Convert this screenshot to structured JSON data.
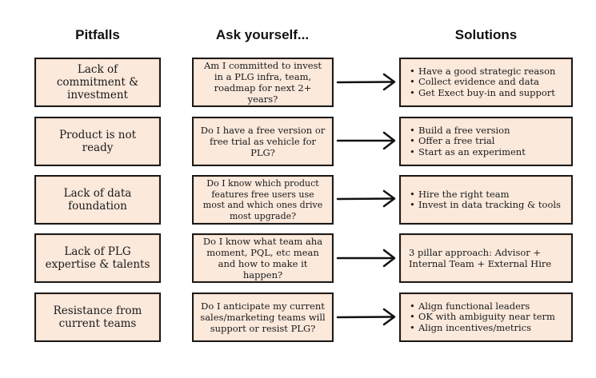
{
  "headers": {
    "pitfalls": "Pitfalls",
    "ask": "Ask yourself...",
    "solutions": "Solutions"
  },
  "rows": [
    {
      "pitfall": "Lack of commitment & investment",
      "question": "Am I committed to invest in a PLG infra, team, roadmap for next 2+ years?",
      "solutions": [
        "Have a good strategic reason",
        "Collect evidence and data",
        "Get Exect buy-in and support"
      ]
    },
    {
      "pitfall": "Product is not ready",
      "question": "Do I have a free version or free trial as vehicle for PLG?",
      "solutions": [
        "Build a free version",
        "Offer a free trial",
        "Start as an experiment"
      ]
    },
    {
      "pitfall": "Lack of data foundation",
      "question": "Do I know which product features free users use most and which ones drive most upgrade?",
      "solutions": [
        "Hire the right team",
        "Invest in data tracking & tools"
      ]
    },
    {
      "pitfall": "Lack of PLG expertise & talents",
      "question": "Do I know what team aha moment, PQL, etc mean and how to make it happen?",
      "solution_text": "3 pillar approach: Advisor + Internal Team + External Hire"
    },
    {
      "pitfall": "Resistance from current teams",
      "question": "Do I anticipate my current sales/marketing teams will support or resist PLG?",
      "solutions": [
        "Align functional leaders",
        "OK with ambiguity near term",
        "Align incentives/metrics"
      ]
    }
  ]
}
